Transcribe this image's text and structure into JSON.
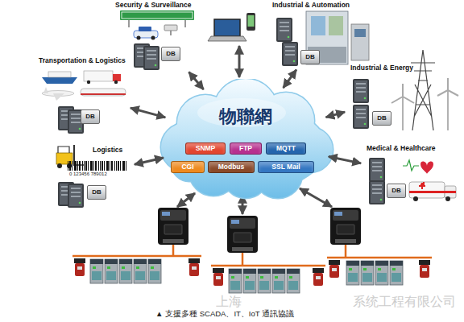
{
  "diagram": {
    "caption": "▲ 支援多種 SCADA、IT、IoT 通訊協議",
    "nodes": [
      {
        "text": [
          "Security & Surveillance"
        ]
      },
      {
        "text": [
          "DB"
        ],
        "in": 0
      },
      {
        "text": [
          "Industrial & Automation"
        ]
      },
      {
        "text": [
          "DB"
        ],
        "in": 2
      },
      {
        "text": [
          "Transportation & Logistics"
        ]
      },
      {
        "text": [
          "DB"
        ],
        "in": 4
      },
      {
        "text": [
          "Industrial & Energy"
        ]
      },
      {
        "text": [
          "DB"
        ],
        "in": 6
      },
      {
        "text": [
          "物聯網"
        ]
      },
      {
        "text": [
          "SNMP"
        ],
        "in": 8
      },
      {
        "text": [
          "FTP"
        ],
        "in": 8
      },
      {
        "text": [
          "MQTT"
        ],
        "in": 8
      },
      {
        "text": [
          "CGI"
        ],
        "in": 8
      },
      {
        "text": [
          "Modbus"
        ],
        "in": 8
      },
      {
        "text": [
          "SSL Mail"
        ],
        "in": 8
      },
      {
        "text": [
          "Logistics"
        ]
      },
      {
        "text": [
          "DB"
        ],
        "in": 15
      },
      {
        "text": [
          "Medical & Healthcare"
        ]
      },
      {
        "text": [
          "DB"
        ],
        "in": 17
      }
    ],
    "edges": [
      {
        "from": 8,
        "to": 0,
        "arrow": "both"
      },
      {
        "from": 8,
        "to": 2,
        "arrow": "both"
      },
      {
        "from": 8,
        "to": 4,
        "arrow": "both"
      },
      {
        "from": 8,
        "to": 6,
        "arrow": "both"
      },
      {
        "from": 8,
        "to": 15,
        "arrow": "both"
      },
      {
        "from": 8,
        "to": 17,
        "arrow": "both"
      }
    ],
    "labels": [
      "0 123456 789012",
      "上海",
      "系统工程有限公司"
    ]
  }
}
